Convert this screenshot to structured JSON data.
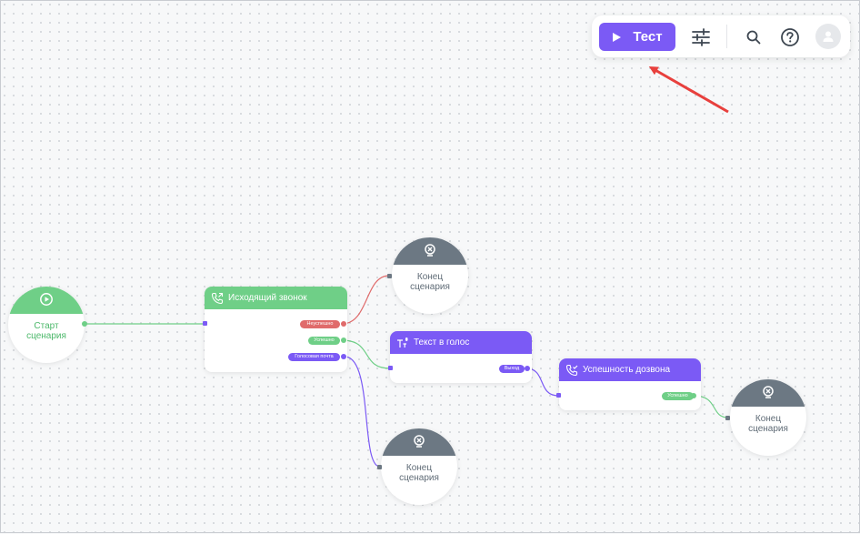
{
  "toolbar": {
    "test_label": "Тест",
    "icons": [
      "play-icon",
      "settings-sliders-icon",
      "search-icon",
      "help-icon",
      "avatar-icon"
    ]
  },
  "nodes": {
    "start": {
      "label_line1": "Старт",
      "label_line2": "сценария"
    },
    "end_top": {
      "label_line1": "Конец",
      "label_line2": "сценария"
    },
    "end_bottom": {
      "label_line1": "Конец",
      "label_line2": "сценария"
    },
    "end_right": {
      "label_line1": "Конец",
      "label_line2": "сценария"
    },
    "outgoing_call": {
      "title": "Исходящий звонок",
      "outputs": [
        "Неуспешно",
        "Успешно",
        "Голосовая почта"
      ]
    },
    "tts": {
      "title": "Текст в голос",
      "outputs": [
        "Выход"
      ]
    },
    "call_success": {
      "title": "Успешность дозвона",
      "outputs": [
        "Успешно"
      ]
    }
  },
  "colors": {
    "accent": "#7b5af5",
    "green": "#6fcf87",
    "red": "#e06b6b",
    "gray": "#6c7883",
    "annotation_arrow": "#e8403d"
  }
}
